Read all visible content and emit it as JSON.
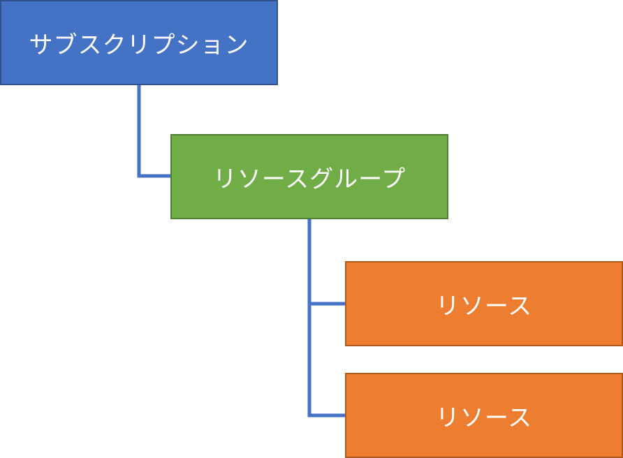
{
  "colors": {
    "subscription_fill": "#4472C4",
    "subscription_border": "#2F528F",
    "resource_group_fill": "#70AD47",
    "resource_group_border": "#507E32",
    "resource_fill": "#ED7D31",
    "resource_border": "#AE5A21",
    "connector": "#4472C4",
    "text": "#FFFFFF"
  },
  "nodes": {
    "subscription": {
      "label": "サブスクリプション"
    },
    "resource_group": {
      "label": "リソースグループ"
    },
    "resources": [
      {
        "label": "リソース"
      },
      {
        "label": "リソース"
      }
    ]
  }
}
